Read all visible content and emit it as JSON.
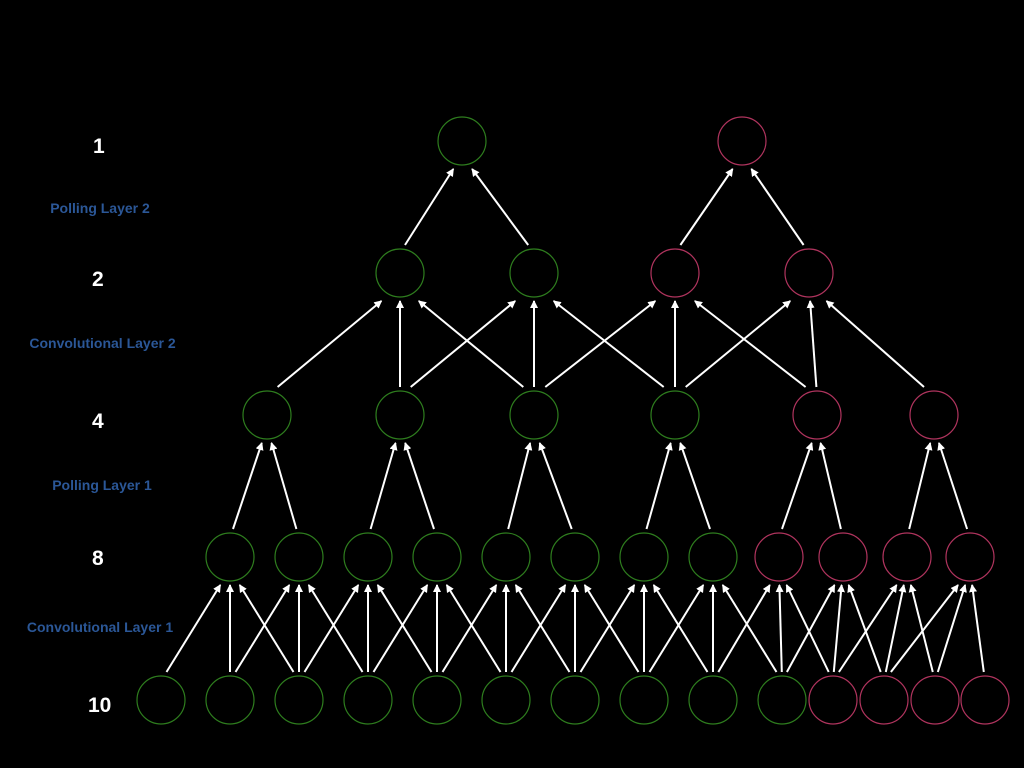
{
  "rows": [
    {
      "count_label": "1",
      "nodes": [
        "green",
        "pink"
      ]
    },
    {
      "count_label": "2",
      "nodes": [
        "green",
        "green",
        "pink",
        "pink"
      ]
    },
    {
      "count_label": "4",
      "nodes": [
        "green",
        "green",
        "green",
        "green",
        "pink",
        "pink"
      ]
    },
    {
      "count_label": "8",
      "nodes": [
        "green",
        "green",
        "green",
        "green",
        "green",
        "green",
        "green",
        "green",
        "pink",
        "pink",
        "pink",
        "pink"
      ]
    },
    {
      "count_label": "10",
      "nodes": [
        "green",
        "green",
        "green",
        "green",
        "green",
        "green",
        "green",
        "green",
        "green",
        "green",
        "pink",
        "pink",
        "pink",
        "pink"
      ]
    }
  ],
  "layers": [
    {
      "label": "Polling Layer 2"
    },
    {
      "label": "Convolutional Layer 2"
    },
    {
      "label": "Polling Layer 1"
    },
    {
      "label": "Convolutional Layer 1"
    }
  ],
  "colors": {
    "background": "#000000",
    "green": "#2e7d1e",
    "pink": "#b0345e",
    "arrow": "#ffffff",
    "label_white": "#ffffff",
    "label_blue": "#2b5797"
  }
}
